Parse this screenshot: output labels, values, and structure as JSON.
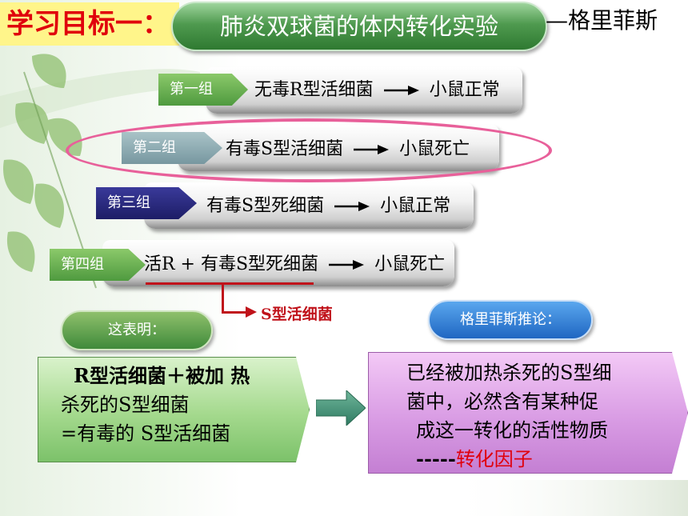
{
  "title": {
    "label": "学习目标一：",
    "topic": "肺炎双球菌的体内转化实验",
    "author": "—格里菲斯"
  },
  "groups": [
    {
      "tag": "第一组",
      "left": "无毒R型活细菌",
      "right": "小鼠正常"
    },
    {
      "tag": "第二组",
      "left": "有毒S型活细菌",
      "right": "小鼠死亡"
    },
    {
      "tag": "第三组",
      "left": "有毒S型死细菌",
      "right": "小鼠正常"
    },
    {
      "tag": "第四组",
      "left": "活R + 有毒S型死细菌",
      "right": "小鼠死亡"
    }
  ],
  "annotation": {
    "label": "S型活细菌"
  },
  "indicates": {
    "label": "这表明："
  },
  "reasoning": {
    "label": "格里菲斯推论："
  },
  "conclusion_left": {
    "line1": "R型活细菌＋被加 热",
    "line2": "杀死的S型细菌",
    "line3": "=有毒的 S型活细菌"
  },
  "conclusion_right": {
    "line1": "已经被加热杀死的S型细",
    "line2": "菌中，必然含有某种促",
    "line3": "成这一转化的活性物质",
    "line4_prefix": "-----",
    "line4_red": "转化因子"
  },
  "colors": {
    "title_red": "#e0000c",
    "title_yellow": "#fff58a",
    "green": "#4f9a3f",
    "pink_highlight": "#e8609a",
    "blue": "#1f66c2",
    "purple": "#d99ce4"
  }
}
